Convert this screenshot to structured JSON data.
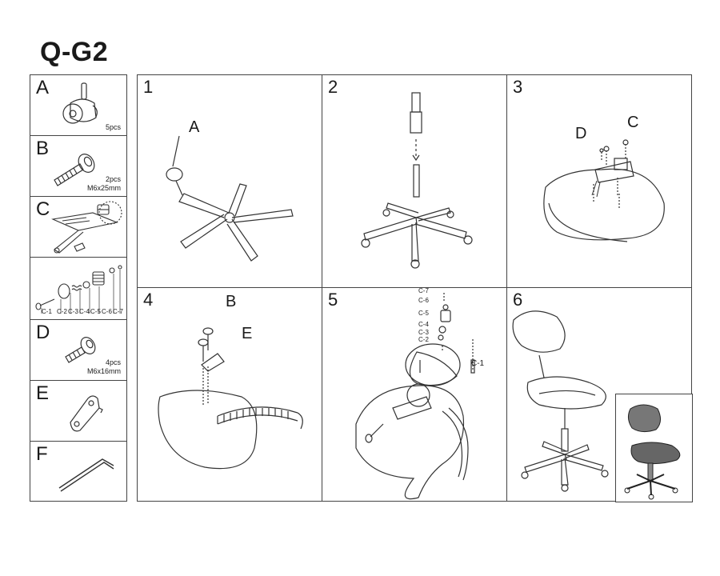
{
  "title": "Q-G2",
  "parts": [
    {
      "letter": "A",
      "qty": "5pcs",
      "size": ""
    },
    {
      "letter": "B",
      "qty": "2pcs",
      "size": "M6x25mm"
    },
    {
      "letter": "C",
      "qty": "",
      "size": ""
    },
    {
      "letter": "",
      "qty": "",
      "size": ""
    },
    {
      "letter": "D",
      "qty": "4pcs",
      "size": "M6x16mm"
    },
    {
      "letter": "E",
      "qty": "",
      "size": ""
    },
    {
      "letter": "F",
      "qty": "",
      "size": ""
    }
  ],
  "c_labels": [
    "C-1",
    "C-2",
    "C-3",
    "C-4",
    "C-5",
    "C-6",
    "C-7"
  ],
  "steps": [
    {
      "num": "1",
      "callouts": [
        "A"
      ]
    },
    {
      "num": "2",
      "callouts": []
    },
    {
      "num": "3",
      "callouts": [
        "D",
        "C"
      ]
    },
    {
      "num": "4",
      "callouts": [
        "B",
        "E"
      ]
    },
    {
      "num": "5",
      "callouts": [
        "C-7",
        "C-6",
        "C-5",
        "C-4",
        "C-3",
        "C-2",
        "C-1"
      ]
    },
    {
      "num": "6",
      "callouts": []
    }
  ],
  "colors": {
    "line": "#333333",
    "border": "#444444",
    "background": "#ffffff"
  }
}
